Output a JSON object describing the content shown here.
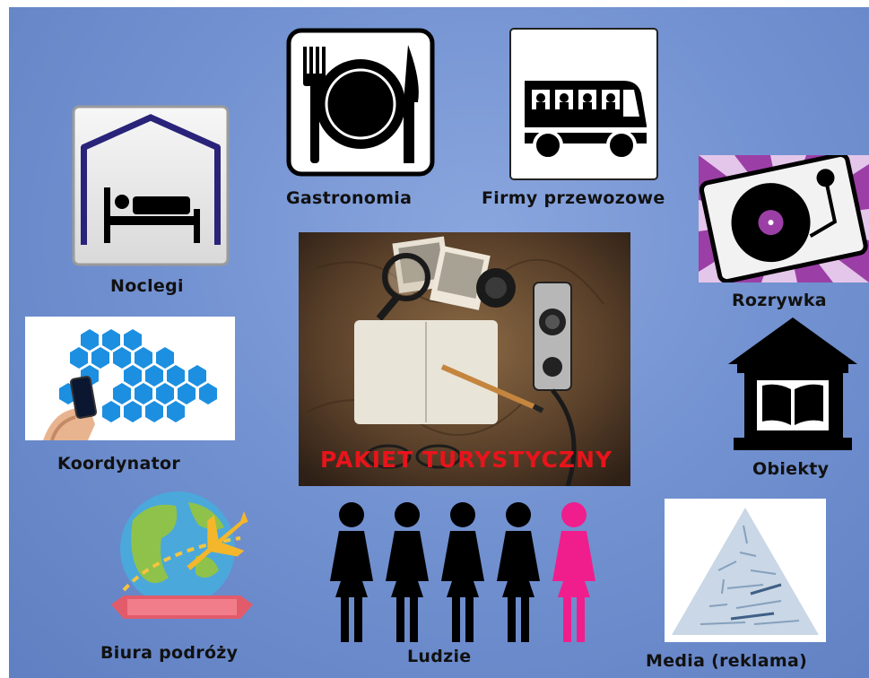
{
  "center": {
    "title": "PAKIET TURYSTYCZNY"
  },
  "labels": {
    "gastronomia": "Gastronomia",
    "firmy": "Firmy przewozowe",
    "noclegi": "Noclegi",
    "rozrywka": "Rozrywka",
    "koordynator": "Koordynator",
    "obiekty": "Obiekty",
    "biura": "Biura podróży",
    "ludzie": "Ludzie",
    "media": "Media (reklama)"
  },
  "colors": {
    "background": "#7392d1",
    "center_title": "#e8141b",
    "woman_highlight": "#f01e8c",
    "turntable_bg": "#9b3fa6",
    "hex_icons": "#1c8fe0"
  },
  "icons": [
    "hotel-bed-icon",
    "dining-plate-icon",
    "bus-icon",
    "turntable-icon",
    "coordinator-hex-icon",
    "museum-icon",
    "globe-plane-icon",
    "people-icon",
    "word-cloud-icon"
  ]
}
